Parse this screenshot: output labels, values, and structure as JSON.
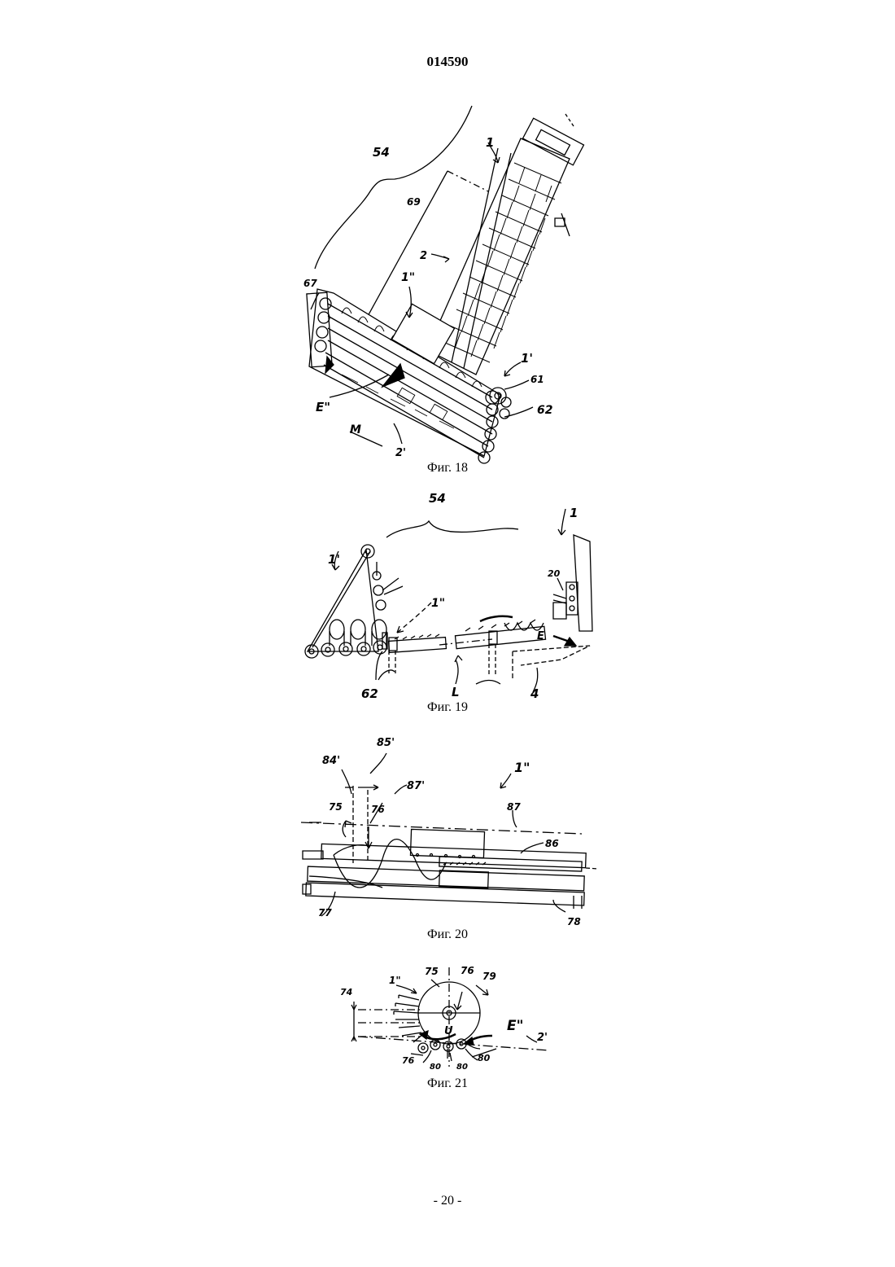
{
  "header": {
    "document_number": "014590"
  },
  "figures": [
    {
      "caption": "Фиг. 18",
      "labels": {
        "l54": "54",
        "l1": "1",
        "l69": "69",
        "l2": "2",
        "l1pp": "1\"",
        "l67": "67",
        "l1p": "1'",
        "l61": "61",
        "l62": "62",
        "lEpp": "E\"",
        "lM": "M",
        "l2p": "2'"
      }
    },
    {
      "caption": "Фиг. 19",
      "labels": {
        "l54": "54",
        "l1": "1",
        "l1p": "1'",
        "l20": "20",
        "l1pp": "1\"",
        "lE": "E",
        "lL": "L",
        "l4": "4",
        "l62": "62"
      }
    },
    {
      "caption": "Фиг. 20",
      "labels": {
        "l85p": "85'",
        "l84p": "84'",
        "l87p": "87'",
        "l1pp": "1\"",
        "l75": "75",
        "l76": "76",
        "l87": "87",
        "l86": "86",
        "l77": "77",
        "l78": "78"
      }
    },
    {
      "caption": "Фиг. 21",
      "labels": {
        "l1pp": "1\"",
        "l75": "75",
        "l76": "76",
        "l79": "79",
        "l74": "74",
        "lEpp": "E\"",
        "l2p": "2'",
        "lU": "U",
        "l76b": "76",
        "l80a": "80",
        "l80b": "80",
        "l80c": "80"
      }
    }
  ],
  "footer": {
    "page_number": "- 20 -"
  }
}
